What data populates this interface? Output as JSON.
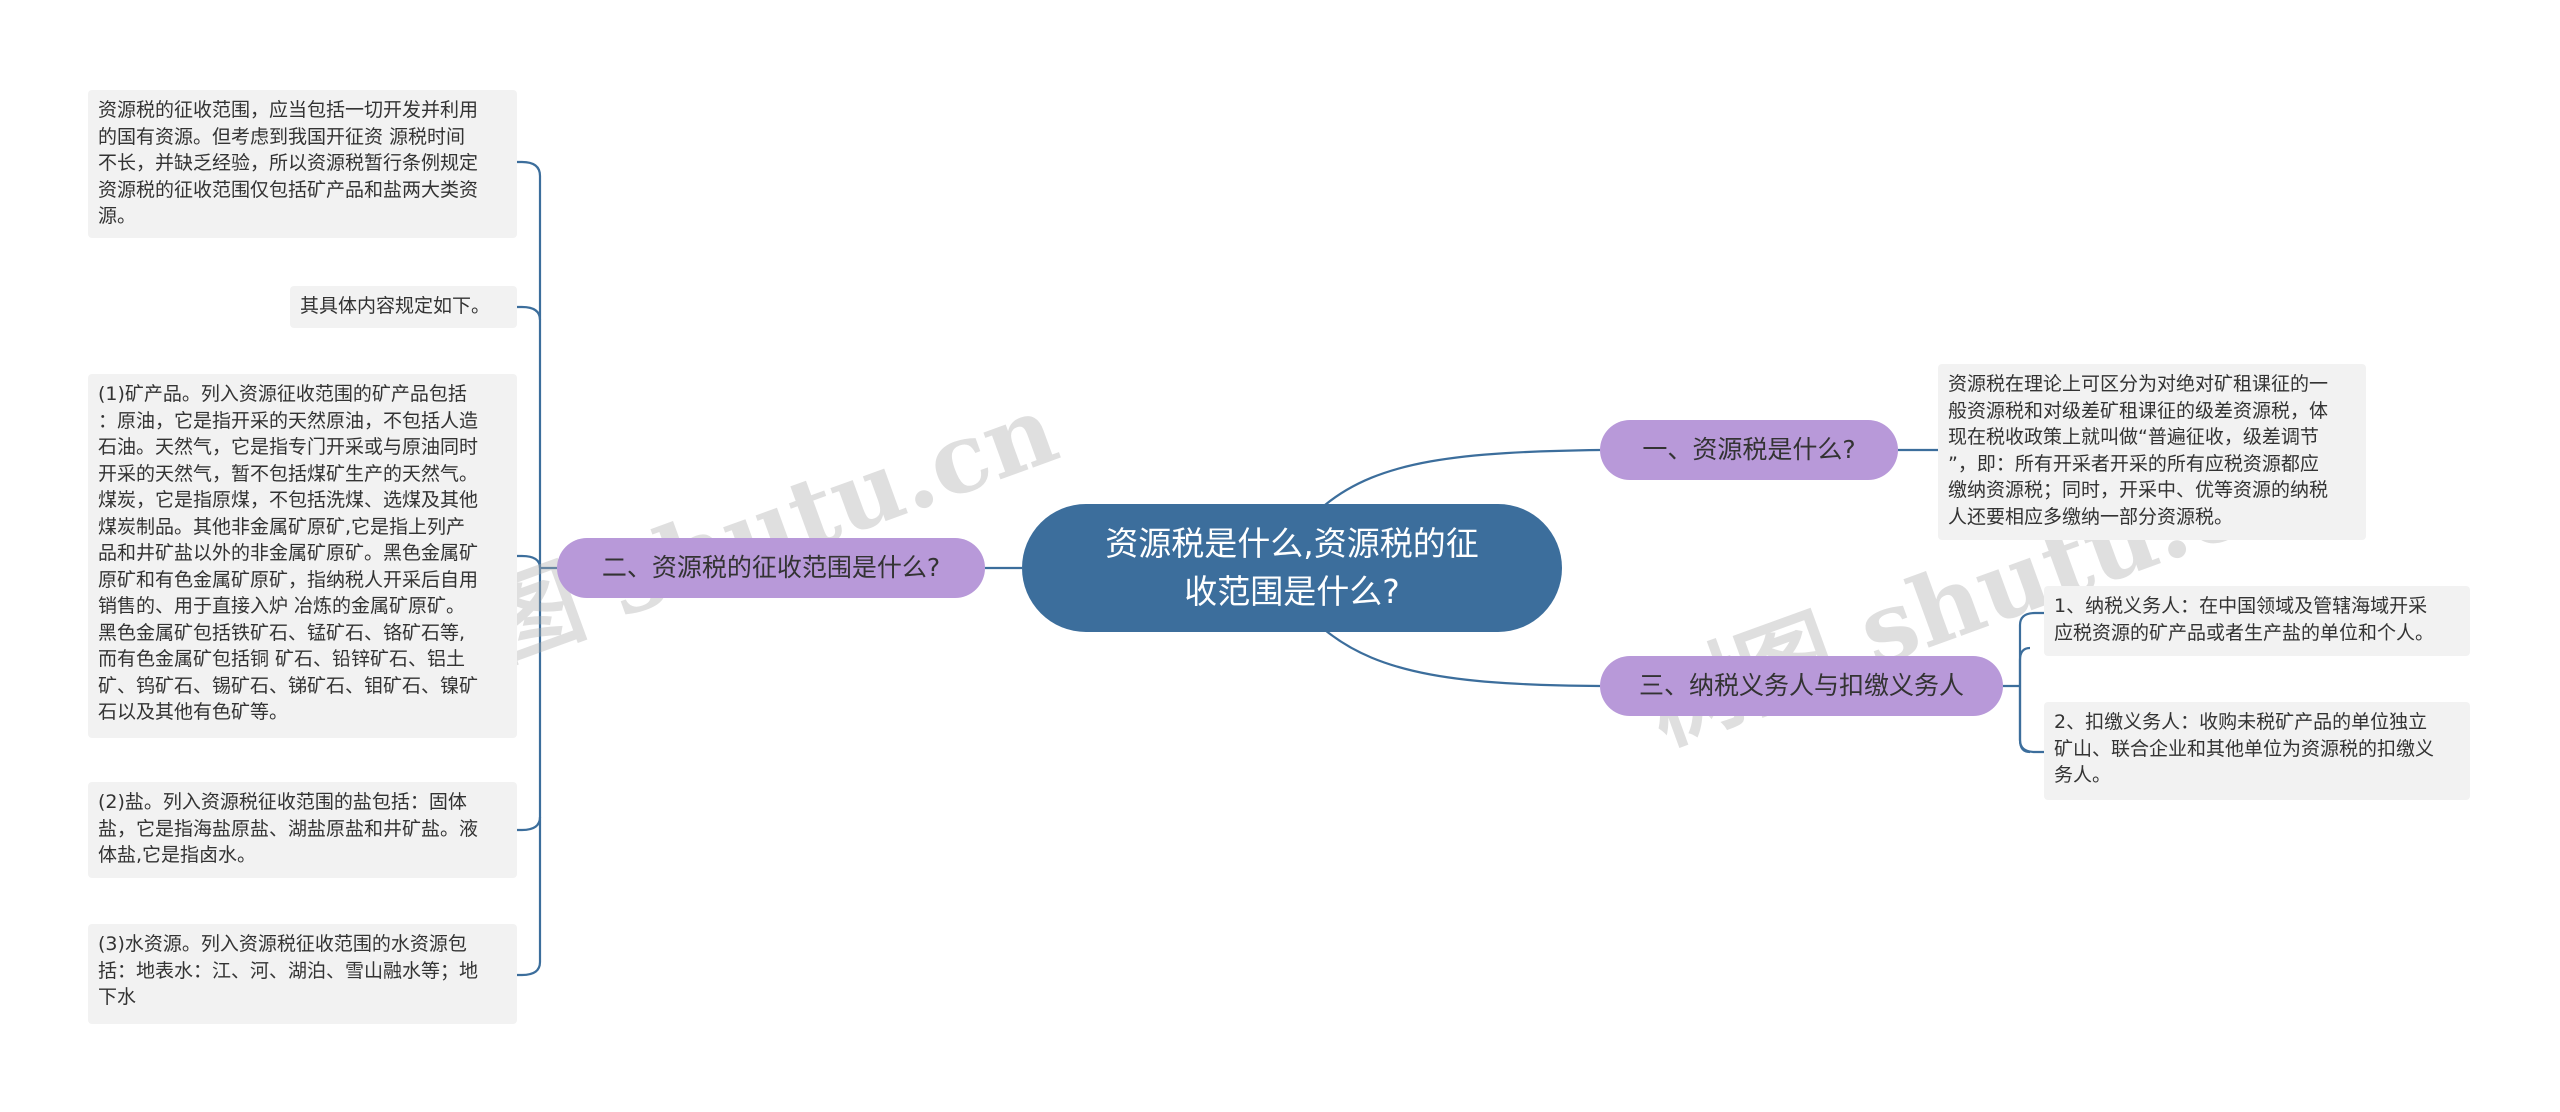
{
  "root": {
    "title": "资源税是什么,资源税的征\n收范围是什么?"
  },
  "branches": {
    "b1": {
      "label": "一、资源税是什么?"
    },
    "b2": {
      "label": "二、资源税的征收范围是什么?"
    },
    "b3": {
      "label": "三、纳税义务人与扣缴义务人"
    }
  },
  "notes": {
    "n1": "资源税在理论上可区分为对绝对矿租课征的一\n般资源税和对级差矿租课征的级差资源税，体\n现在税收政策上就叫做“普遍征收，级差调节\n”，即：所有开采者开采的所有应税资源都应\n缴纳资源税；同时，开采中、优等资源的纳税\n人还要相应多缴纳一部分资源税。",
    "n2": "资源税的征收范围，应当包括一切开发并利用\n的国有资源。但考虑到我国开征资 源税时间\n不长，并缺乏经验，所以资源税暂行条例规定\n资源税的征收范围仅包括矿产品和盐两大类资\n源。",
    "n3": "其具体内容规定如下。",
    "n4": "(1)矿产品。列入资源征收范围的矿产品包括\n：原油，它是指开采的天然原油，不包括人造\n石油。天然气，它是指专门开采或与原油同时\n开采的天然气，暂不包括煤矿生产的天然气。\n煤炭，它是指原煤，不包括洗煤、选煤及其他\n煤炭制品。其他非金属矿原矿,它是指上列产\n品和井矿盐以外的非金属矿原矿。黑色金属矿\n原矿和有色金属矿原矿，指纳税人开采后自用\n销售的、用于直接入炉 冶炼的金属矿原矿。\n黑色金属矿包括铁矿石、锰矿石、铬矿石等,\n而有色金属矿包括铜 矿石、铅锌矿石、铝土\n矿、钨矿石、锡矿石、锑矿石、钼矿石、镍矿\n石以及其他有色矿等。",
    "n5": "(2)盐。列入资源税征收范围的盐包括：固体\n盐，它是指海盐原盐、湖盐原盐和井矿盐。液\n体盐,它是指卤水。",
    "n6": "(3)水资源。列入资源税征收范围的水资源包\n括：地表水：江、河、湖泊、雪山融水等；地\n下水",
    "n7": "1、纳税义务人：在中国领域及管辖海域开采\n应税资源的矿产品或者生产盐的单位和个人。",
    "n8": "2、扣缴义务人：收购未税矿产品的单位独立\n矿山、联合企业和其他单位为资源税的扣缴义\n务人。"
  },
  "watermarks": {
    "left": "树图 shutu.cn",
    "right": "树图 shutu.cn"
  },
  "colors": {
    "root_fill": "#3c6e9c",
    "branch_fill": "#b899d9",
    "note_fill": "#f2f2f2",
    "connector": "#3c6e9c"
  }
}
